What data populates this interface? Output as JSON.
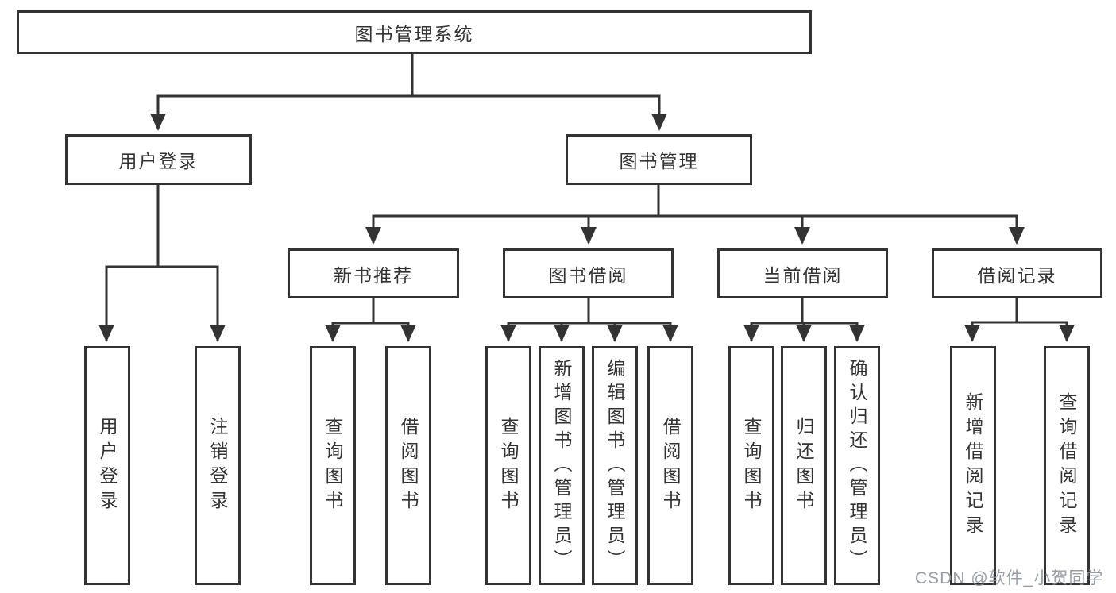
{
  "diagram": {
    "tree": {
      "root": {
        "label": "图书管理系统"
      },
      "children": [
        {
          "label": "用户登录",
          "children": [
            {
              "label": "用户登录"
            },
            {
              "label": "注销登录"
            }
          ]
        },
        {
          "label": "图书管理",
          "children": [
            {
              "label": "新书推荐",
              "children": [
                {
                  "label": "查询图书"
                },
                {
                  "label": "借阅图书"
                }
              ]
            },
            {
              "label": "图书借阅",
              "children": [
                {
                  "label": "查询图书"
                },
                {
                  "label": "新增图书（管理员）"
                },
                {
                  "label": "编辑图书（管理员）"
                },
                {
                  "label": "借阅图书"
                }
              ]
            },
            {
              "label": "当前借阅",
              "children": [
                {
                  "label": "查询图书"
                },
                {
                  "label": "归还图书"
                },
                {
                  "label": "确认归还（管理员）"
                }
              ]
            },
            {
              "label": "借阅记录",
              "children": [
                {
                  "label": "新增借阅记录"
                },
                {
                  "label": "查询借阅记录"
                }
              ]
            }
          ]
        }
      ]
    },
    "colors": {
      "line": "#333333",
      "node_border": "#333333",
      "node_text": "#333333",
      "background": "#ffffff",
      "watermark": "#8e949b"
    }
  },
  "watermark": {
    "text": "CSDN @软件_小贺同学"
  }
}
